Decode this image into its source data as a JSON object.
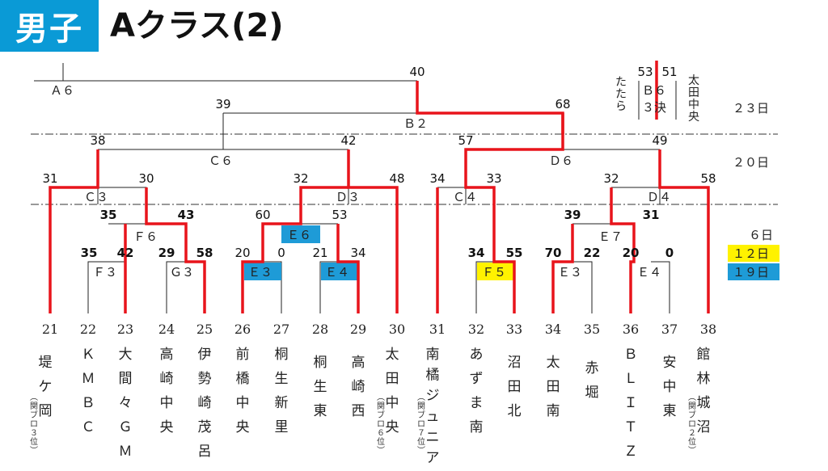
{
  "header": {
    "badge": "男子",
    "title": "Aクラス(2)"
  },
  "colors": {
    "win_line": "#e8141b",
    "line": "#222222",
    "blue": "#1e9bd7",
    "yellow": "#fff200",
    "badge": "#0a9ad6"
  },
  "dates": {
    "d23": "２３日",
    "d20": "２０日",
    "d6": "６日",
    "d12": "１２日",
    "d19": "１９日"
  },
  "match_labels": {
    "A6": "Ａ６",
    "B2": "Ｂ２",
    "B6": "Ｂ６",
    "B6_note": "３決",
    "C6": "Ｃ６",
    "D6": "Ｄ６",
    "C3": "Ｃ３",
    "D3": "Ｄ３",
    "C4": "Ｃ４",
    "D4": "Ｄ４",
    "F6": "Ｆ６",
    "E6": "Ｅ６",
    "E7": "Ｅ７",
    "F3": "Ｆ３",
    "G3": "Ｇ３",
    "E3a": "Ｅ３",
    "E4a": "Ｅ４",
    "F5": "Ｆ５",
    "E3b": "Ｅ３",
    "E4b": "Ｅ４"
  },
  "scores": {
    "a6_top": "40",
    "b2_l": "39",
    "b2_r": "68",
    "c6_l": "38",
    "c6_r": "42",
    "d6_l": "57",
    "d6_r": "49",
    "c3_l": "31",
    "c3_r": "30",
    "d3_l": "32",
    "d3_r": "48",
    "c4_l": "34",
    "c4_r": "33",
    "d4_l": "32",
    "d4_r": "58",
    "f6_l": "35",
    "f6_r": "43",
    "e6_l": "60",
    "e6_r": "53",
    "e7_l": "39",
    "e7_r": "31",
    "f3_l": "35",
    "f3_r": "42",
    "g3_l": "29",
    "g3_r": "58",
    "e3a_l": "20",
    "e3a_r": "0",
    "e4a_l": "21",
    "e4a_r": "34",
    "f5_l": "34",
    "f5_r": "55",
    "e3b_l": "70",
    "e3b_r": "22",
    "e4b_l": "20",
    "e4b_r": "0",
    "b6_l": "53",
    "b6_r": "51"
  },
  "side": {
    "left": "たたら",
    "right": "太田中央"
  },
  "teams": [
    {
      "num": "21",
      "name": "堤ケ岡",
      "note": "（関ブロ３位）"
    },
    {
      "num": "22",
      "name": "ＫＭＢＣ",
      "note": ""
    },
    {
      "num": "23",
      "name": "大間々ＧＭ",
      "note": ""
    },
    {
      "num": "24",
      "name": "高崎中央",
      "note": ""
    },
    {
      "num": "25",
      "name": "伊勢崎茂呂",
      "note": ""
    },
    {
      "num": "26",
      "name": "前橋中央",
      "note": ""
    },
    {
      "num": "27",
      "name": "桐生新里",
      "note": ""
    },
    {
      "num": "28",
      "name": "桐生東",
      "note": ""
    },
    {
      "num": "29",
      "name": "高崎西",
      "note": ""
    },
    {
      "num": "30",
      "name": "太田中央",
      "note": "（関ブロ６位）"
    },
    {
      "num": "31",
      "name": "南橘ジュニア",
      "note": "（関ブロ７位）"
    },
    {
      "num": "32",
      "name": "あずま南",
      "note": ""
    },
    {
      "num": "33",
      "name": "沼田北",
      "note": ""
    },
    {
      "num": "34",
      "name": "太田南",
      "note": ""
    },
    {
      "num": "35",
      "name": "赤堀",
      "note": ""
    },
    {
      "num": "36",
      "name": "ＢＬＩＴＺ",
      "note": ""
    },
    {
      "num": "37",
      "name": "安中東",
      "note": ""
    },
    {
      "num": "38",
      "name": "館林城沼",
      "note": "（関ブロ２位）"
    }
  ]
}
